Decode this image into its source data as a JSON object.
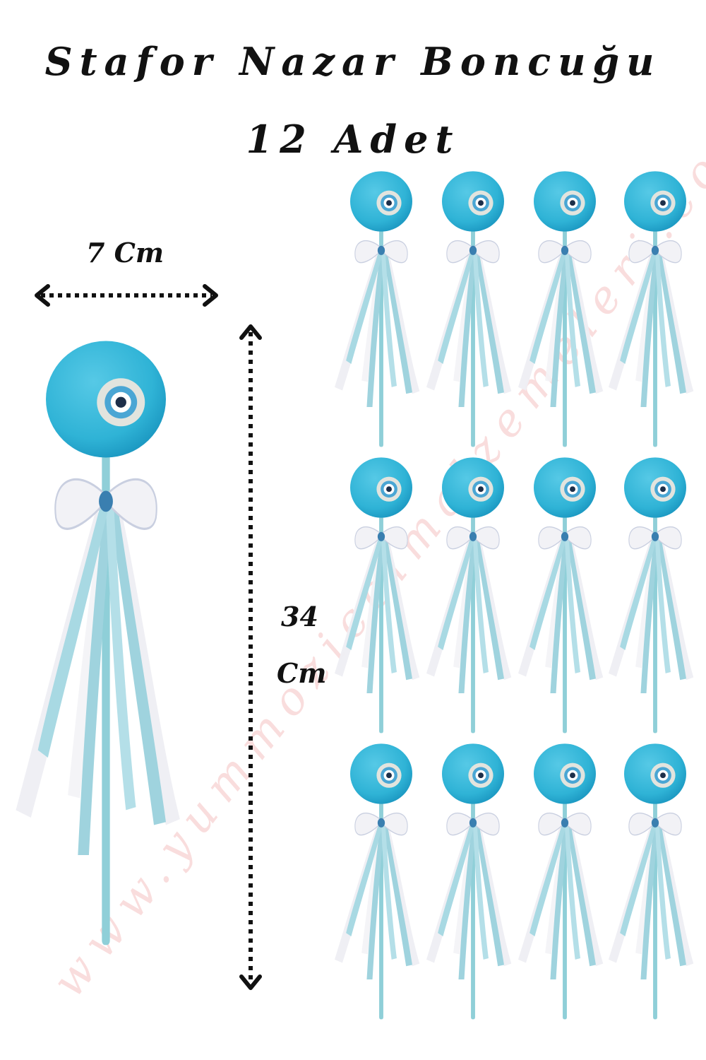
{
  "title": {
    "line1": "Stafor Nazar Boncuğu",
    "line2": "12 Adet"
  },
  "dimensions": {
    "width_label": "7 Cm",
    "height_value": "34",
    "height_unit": "Cm"
  },
  "watermark": "www.yummozicelmalzemeleri.com",
  "product": {
    "count": 12,
    "grid_rows": 3,
    "grid_cols": 4
  },
  "colors": {
    "bead_blue": "#2fb3d6",
    "bead_blue_dark": "#1a96c0",
    "eye_ring": "#e2e4de",
    "eye_blue": "#4aa6d4",
    "eye_pupil": "#1d2f4a",
    "ribbon_blue": "#9fd3de",
    "ribbon_white": "#eeeef3",
    "stick": "#8fcfd8",
    "arrow": "#111111"
  },
  "icons": [
    "double-arrow-horizontal-icon",
    "double-arrow-vertical-icon",
    "evil-eye-bead-icon"
  ]
}
